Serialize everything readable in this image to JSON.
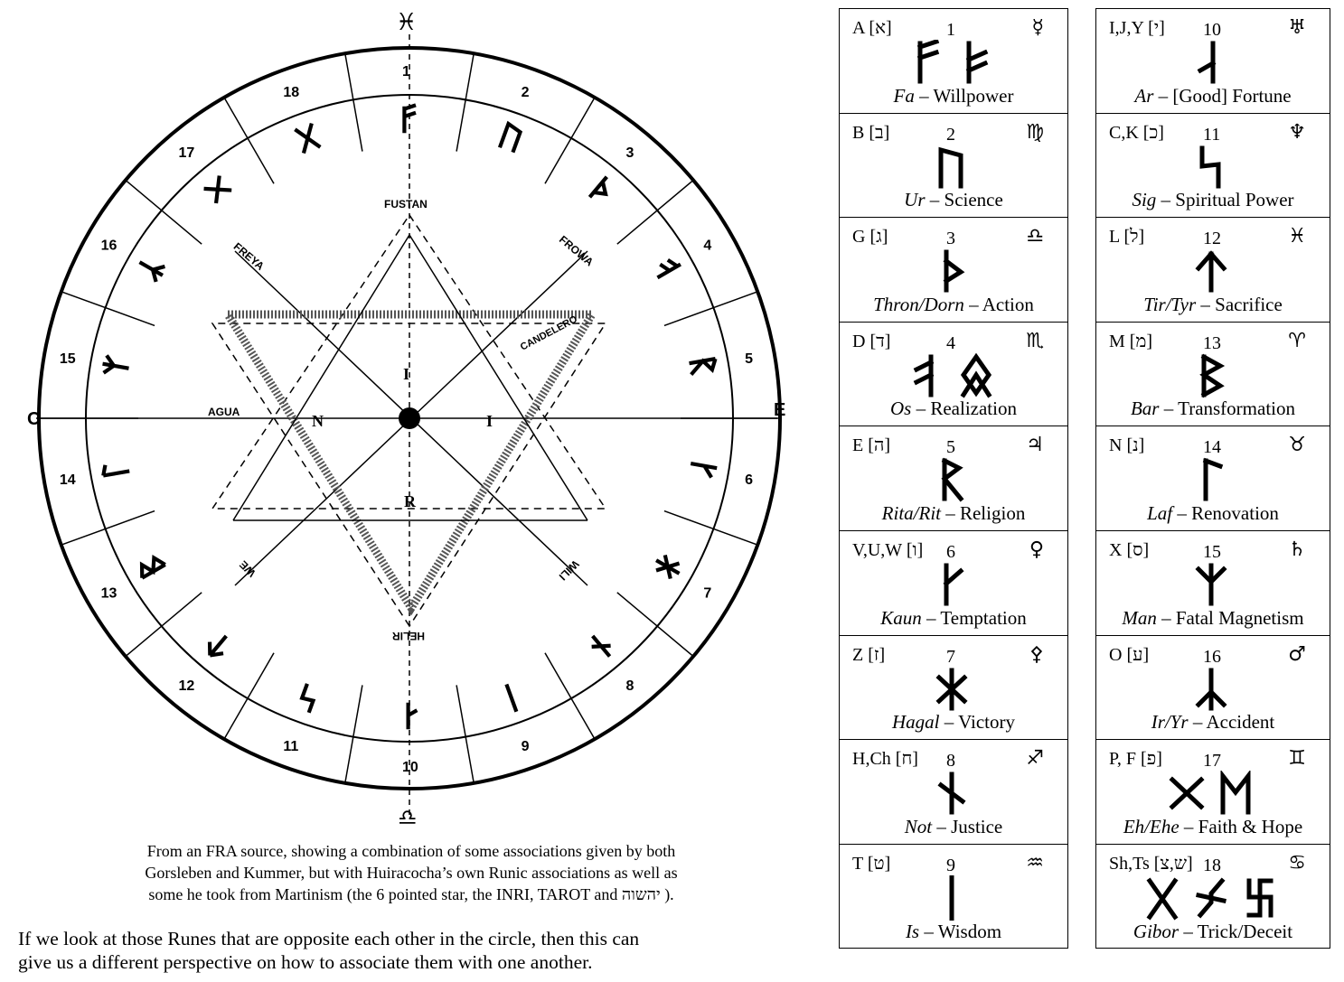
{
  "diagram": {
    "north_symbol": "♓",
    "south_symbol": "♎",
    "west_letter": "O",
    "east_letter": "E",
    "center_labels": {
      "top": "FUSTAN",
      "bottom": "HELIR",
      "freya": "FREYA",
      "frowa": "FROWA",
      "we": "WE",
      "wili": "WILI",
      "agua": "AGUA",
      "candelero": "CANDELERO"
    },
    "inri": [
      "I",
      "N",
      "R",
      "I"
    ]
  },
  "caption": [
    "From an FRA source, showing a combination of some associations given by both",
    "Gorsleben and Kummer, but with Huiracocha’s own Runic associations as well as",
    "some he took from Martinism (the 6 pointed star, the INRI, TAROT and יהשוה )."
  ],
  "body_text": [
    "If we look at those Runes that are opposite each other in the circle, then this can",
    "give us a different perspective on how to associate them with one another."
  ],
  "left_table": [
    {
      "letters": "A [א]",
      "number": "1",
      "astro": "☿",
      "runes": [
        "fa",
        "fa2"
      ],
      "name": "Fa",
      "meaning": "Willpower"
    },
    {
      "letters": "B [ב]",
      "number": "2",
      "astro": "♍",
      "runes": [
        "ur"
      ],
      "name": "Ur",
      "meaning": "Science"
    },
    {
      "letters": "G [ג]",
      "number": "3",
      "astro": "♎",
      "runes": [
        "thorn"
      ],
      "name": "Thron/Dorn",
      "meaning": "Action"
    },
    {
      "letters": "D [ד]",
      "number": "4",
      "astro": "♏",
      "runes": [
        "os",
        "os2"
      ],
      "name": "Os",
      "meaning": "Realization"
    },
    {
      "letters": "E [ה]",
      "number": "5",
      "astro": "♃",
      "runes": [
        "rit"
      ],
      "name": "Rita/Rit",
      "meaning": "Religion"
    },
    {
      "letters": "V,U,W [ו]",
      "number": "6",
      "astro": "♀",
      "runes": [
        "kaun"
      ],
      "name": "Kaun",
      "meaning": "Temptation"
    },
    {
      "letters": "Z [ז]",
      "number": "7",
      "astro": "⚴",
      "runes": [
        "hagal"
      ],
      "name": "Hagal",
      "meaning": "Victory"
    },
    {
      "letters": "H,Ch [ח]",
      "number": "8",
      "astro": "♐",
      "runes": [
        "not"
      ],
      "name": "Not",
      "meaning": "Justice"
    },
    {
      "letters": "T [ט]",
      "number": "9",
      "astro": "♒",
      "runes": [
        "is"
      ],
      "name": "Is",
      "meaning": "Wisdom"
    }
  ],
  "right_table": [
    {
      "letters": "I,J,Y [י]",
      "number": "10",
      "astro": "♅",
      "runes": [
        "ar"
      ],
      "name": "Ar",
      "meaning": "[Good] Fortune"
    },
    {
      "letters": "C,K [כ]",
      "number": "11",
      "astro": "♆",
      "runes": [
        "sig"
      ],
      "name": "Sig",
      "meaning": "Spiritual Power"
    },
    {
      "letters": "L [ל]",
      "number": "12",
      "astro": "♓",
      "runes": [
        "tyr"
      ],
      "name": "Tir/Tyr",
      "meaning": "Sacrifice"
    },
    {
      "letters": "M [מ]",
      "number": "13",
      "astro": "♈",
      "runes": [
        "bar"
      ],
      "name": "Bar",
      "meaning": "Transformation"
    },
    {
      "letters": "N [נ]",
      "number": "14",
      "astro": "♉",
      "runes": [
        "laf"
      ],
      "name": "Laf",
      "meaning": "Renovation"
    },
    {
      "letters": "X [ס]",
      "number": "15",
      "astro": "♄",
      "runes": [
        "man"
      ],
      "name": "Man",
      "meaning": "Fatal Magnetism"
    },
    {
      "letters": "O [ע]",
      "number": "16",
      "astro": "♂",
      "runes": [
        "yr"
      ],
      "name": "Ir/Yr",
      "meaning": "Accident"
    },
    {
      "letters": "P, F [פ]",
      "number": "17",
      "astro": "♊",
      "runes": [
        "eh",
        "ehe"
      ],
      "name": "Eh/Ehe",
      "meaning": "Faith & Hope"
    },
    {
      "letters": "Sh,Ts [ש,צ]",
      "number": "18",
      "astro": "♋",
      "runes": [
        "gibor1",
        "gibor2",
        "gibor3"
      ],
      "name": "Gibor",
      "meaning": "Trick/Deceit"
    }
  ]
}
